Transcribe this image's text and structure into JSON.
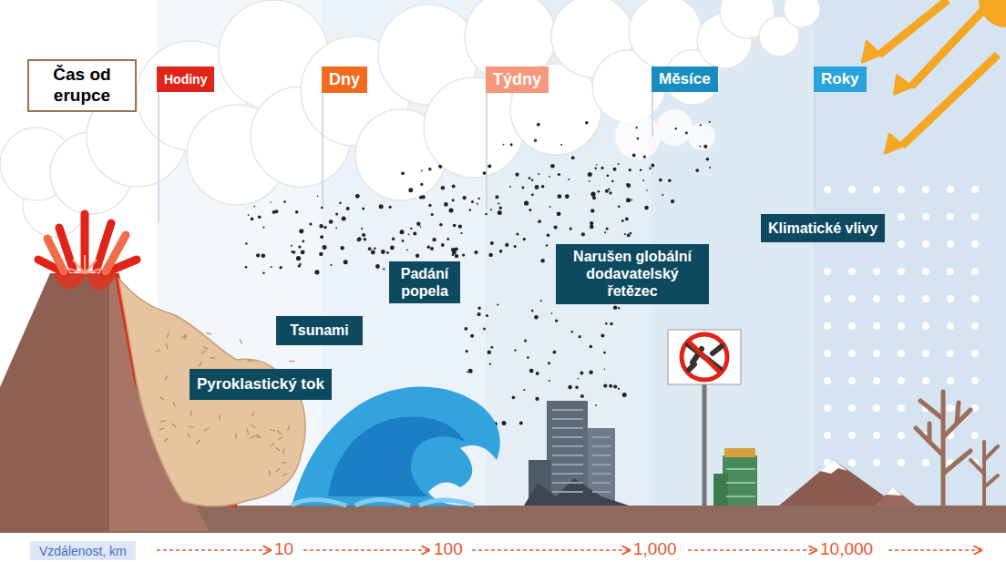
{
  "diagram": {
    "nodes": [
      {
        "text": [
          "Čas od erupce"
        ]
      },
      {
        "text": [
          "Hodiny"
        ]
      },
      {
        "text": [
          "Dny"
        ]
      },
      {
        "text": [
          "Týdny"
        ]
      },
      {
        "text": [
          "Měsíce"
        ]
      },
      {
        "text": [
          "Roky"
        ]
      },
      {
        "text": [
          "Klimatické vlivy"
        ]
      },
      {
        "text": [
          "Narušen globální dodavatelský řetězec"
        ]
      },
      {
        "text": [
          "Padání popela"
        ]
      },
      {
        "text": [
          "Tsunami"
        ]
      },
      {
        "text": [
          "Pyroklastický tok"
        ]
      },
      {
        "text": [
          "Vzdálenost, km"
        ]
      }
    ],
    "labels": [
      "10",
      "100",
      "1,000",
      "10,000"
    ]
  }
}
